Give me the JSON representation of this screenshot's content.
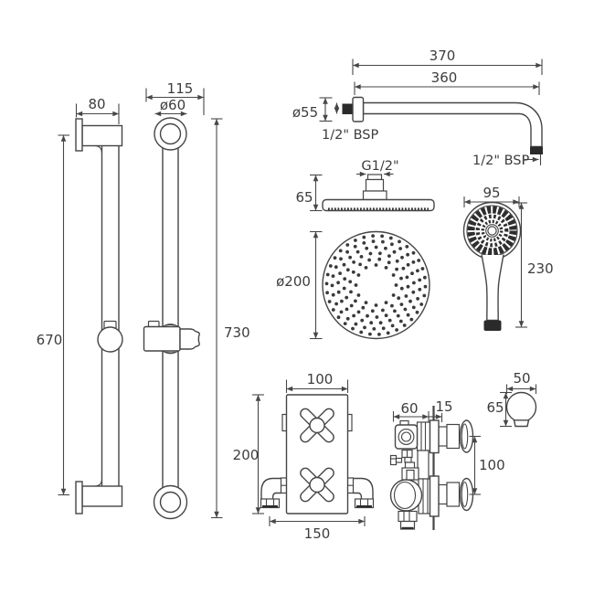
{
  "colors": {
    "line": "#454545",
    "dimension": "#474747",
    "dark_fill": "#2a2a2a",
    "background": "#ffffff"
  },
  "dims": {
    "rail_side": {
      "width": "80",
      "height": "670"
    },
    "rail_front": {
      "width": "115",
      "bracket": "ø60",
      "height": "730"
    },
    "arm": {
      "overall": "370",
      "projection": "360",
      "flange": "ø55",
      "wall_thread": "1/2\" BSP",
      "outlet_thread": "1/2\" BSP"
    },
    "head": {
      "thread": "G1/2\"",
      "side_height": "65",
      "diameter": "ø200"
    },
    "handset": {
      "width": "95",
      "height": "230"
    },
    "valve": {
      "top_width": "100",
      "height": "200",
      "bottom_width": "150",
      "depth": "60",
      "plate": "15",
      "centres": "100"
    },
    "outlet": {
      "width": "50",
      "height": "65"
    }
  }
}
